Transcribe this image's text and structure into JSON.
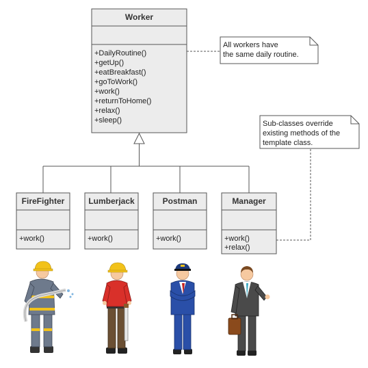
{
  "worker": {
    "title": "Worker",
    "methods": [
      "+DailyRoutine()",
      "+getUp()",
      "+eatBreakfast()",
      "+goToWork()",
      "+work()",
      "+returnToHome()",
      "+relax()",
      "+sleep()"
    ]
  },
  "subclasses": [
    {
      "title": "FireFighter",
      "methods": [
        "+work()"
      ]
    },
    {
      "title": "Lumberjack",
      "methods": [
        "+work()"
      ]
    },
    {
      "title": "Postman",
      "methods": [
        "+work()"
      ]
    },
    {
      "title": "Manager",
      "methods": [
        "+work()",
        "+relax()"
      ]
    }
  ],
  "notes": {
    "routine": [
      "All workers have",
      "the same daily routine."
    ],
    "override": [
      "Sub-classes override",
      "existing methods of the",
      "template class."
    ]
  },
  "colors": {
    "box_fill": "#ececec",
    "box_stroke": "#555555",
    "helmet": "#f2c21a",
    "firefighter_suit": "#6e7a8c",
    "lumberjack_shirt": "#d9302a",
    "postman_suit": "#2a4fa8",
    "manager_suit": "#4a4a4a"
  },
  "figures": [
    "firefighter-figure",
    "lumberjack-figure",
    "postman-figure",
    "manager-figure"
  ]
}
